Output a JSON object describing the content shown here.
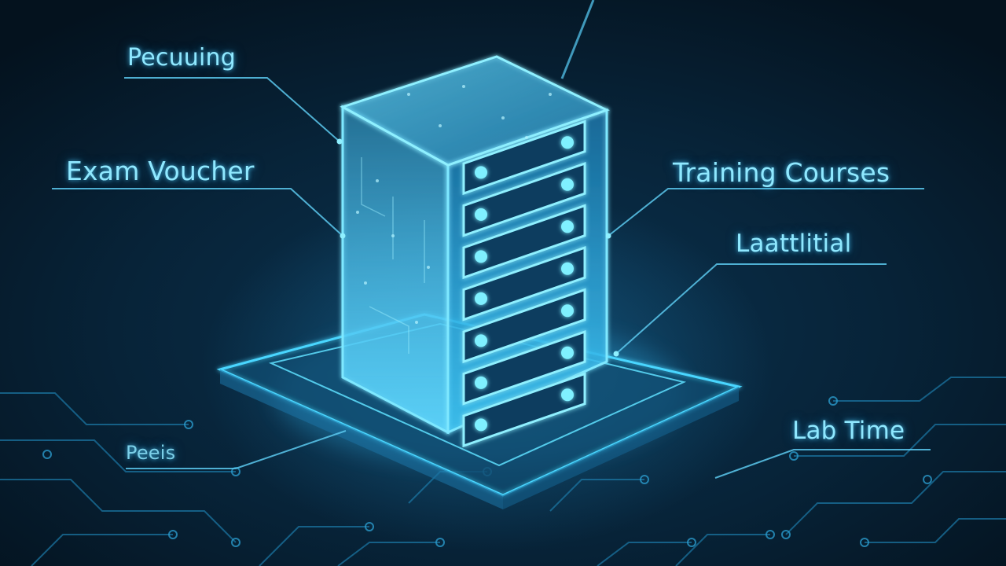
{
  "labels": {
    "top_left": "Pecuuing",
    "exam_voucher": "Exam Voucher",
    "training_courses": "Training Courses",
    "mid_right": "Laattlitial",
    "lab_time": "Lab Time",
    "bottom_left": "Peeis"
  },
  "server": {
    "unit_count": 7
  },
  "colors": {
    "background": "#061a2a",
    "glow": "#3fd4ff",
    "label_text": "#8fe8ff"
  }
}
